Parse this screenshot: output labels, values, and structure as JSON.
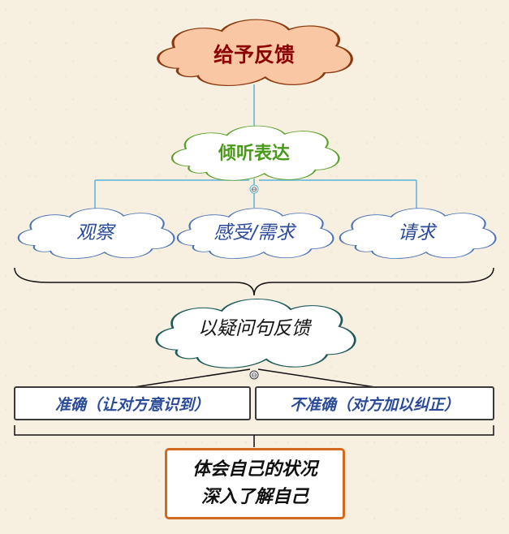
{
  "nodes": {
    "root": "给予反馈",
    "listen": "倾听表达",
    "observe": "观察",
    "feel_need": "感受/需求",
    "request": "请求",
    "question": "以疑问句反馈",
    "accurate": "准确（让对方意识到）",
    "inaccurate": "不准确（对方加以纠正）",
    "result_line1": "体会自己的状况",
    "result_line2": "深入了解自己"
  },
  "collapse_marker": "⊖",
  "colors": {
    "background": "#f7efe0",
    "root_fill": "#f9c7a4",
    "root_stroke": "#8b3a0f",
    "root_text": "#8b0000",
    "listen_stroke": "#5aa02c",
    "listen_text": "#4a9a1a",
    "cloud_stroke": "#4a72b8",
    "cloud_text": "#2a4a9a",
    "question_stroke": "#1e5a5a",
    "connector_blue": "#5ab4d8",
    "result_border": "#d2691e"
  }
}
